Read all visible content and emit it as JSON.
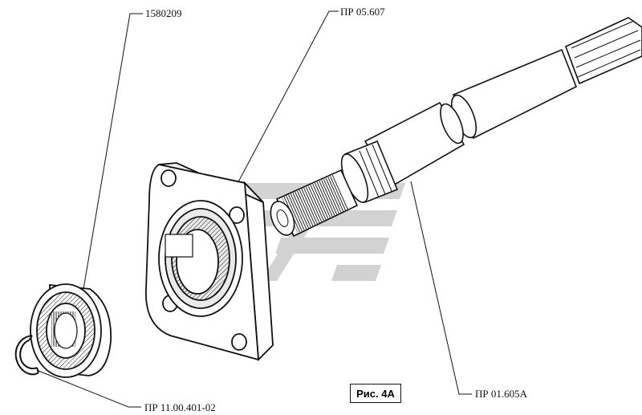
{
  "labels": {
    "bearing": "1580209",
    "flange": "ПР 05.607",
    "shaft": "ПР 01.605А",
    "snap_ring": "ПР 11.00.401-02"
  },
  "figure_caption": "Рис. 4А",
  "colors": {
    "ink": "#111111",
    "background": "#ffffff",
    "watermark": "#c8c8c8"
  }
}
